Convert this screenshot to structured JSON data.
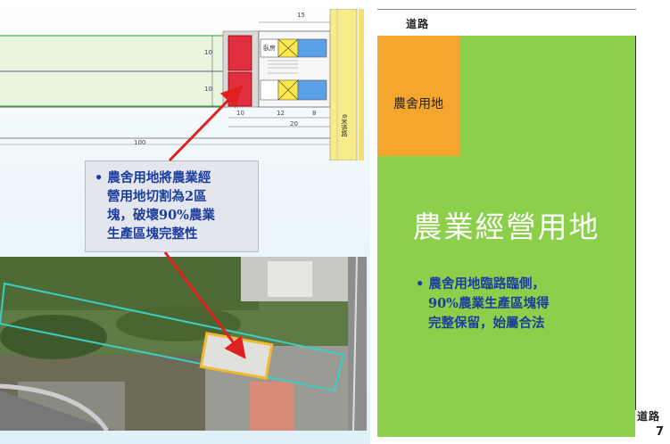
{
  "callout": {
    "lines": [
      "• 農舍用地將農業經",
      "營用地切割為2區",
      "塊，破壞90%農業",
      "生產區塊完整性"
    ]
  },
  "plan": {
    "dim_top": "15",
    "dim_left_1": "10",
    "dim_left_2": "10",
    "dim_bottom_1": "10",
    "dim_bottom_2": "12",
    "dim_bottom_3": "8",
    "dim_bottom_4": "20",
    "dim_total": "100",
    "room_label": "臥房",
    "road_side_label": "6米道路"
  },
  "diagram": {
    "road_top": "道路",
    "road_right": "道路",
    "farmhouse_label": "農舍用地",
    "farm_title": "農業經營用地",
    "note_lines": [
      "• 農舍用地臨路臨側，",
      "90%農業生產區塊得",
      "完整保留，始屬合法"
    ]
  },
  "page_number": "7",
  "colors": {
    "farm_green": "#8bcf4a",
    "farmhouse_orange": "#f5a62e",
    "text_blue": "#1c3d9e",
    "arrow_red": "#e02020"
  }
}
